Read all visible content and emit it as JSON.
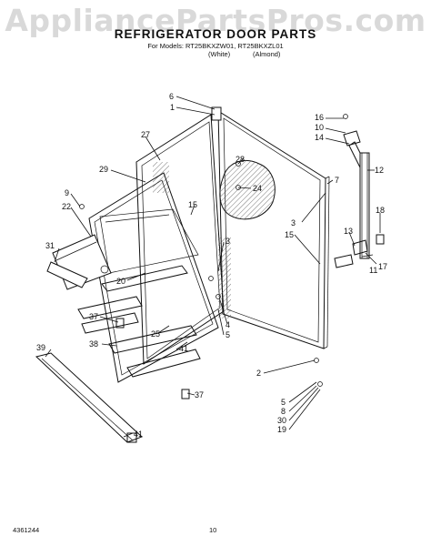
{
  "watermark": "AppliancePartsPros.com",
  "header": {
    "title": "REFRIGERATOR DOOR PARTS",
    "models": "For Models: RT25BKXZW01, RT25BKXZL01",
    "finish_white": "(White)",
    "finish_almond": "(Almond)"
  },
  "footer": {
    "part_code": "4361244",
    "page_number": "10"
  },
  "callouts": [
    "1",
    "2",
    "3",
    "3",
    "4",
    "5",
    "5",
    "6",
    "7",
    "8",
    "9",
    "10",
    "11",
    "12",
    "13",
    "14",
    "15",
    "15",
    "16",
    "17",
    "18",
    "19",
    "20",
    "22",
    "24",
    "25",
    "27",
    "28",
    "29",
    "30",
    "31",
    "37",
    "37",
    "38",
    "39",
    "41",
    "41"
  ]
}
